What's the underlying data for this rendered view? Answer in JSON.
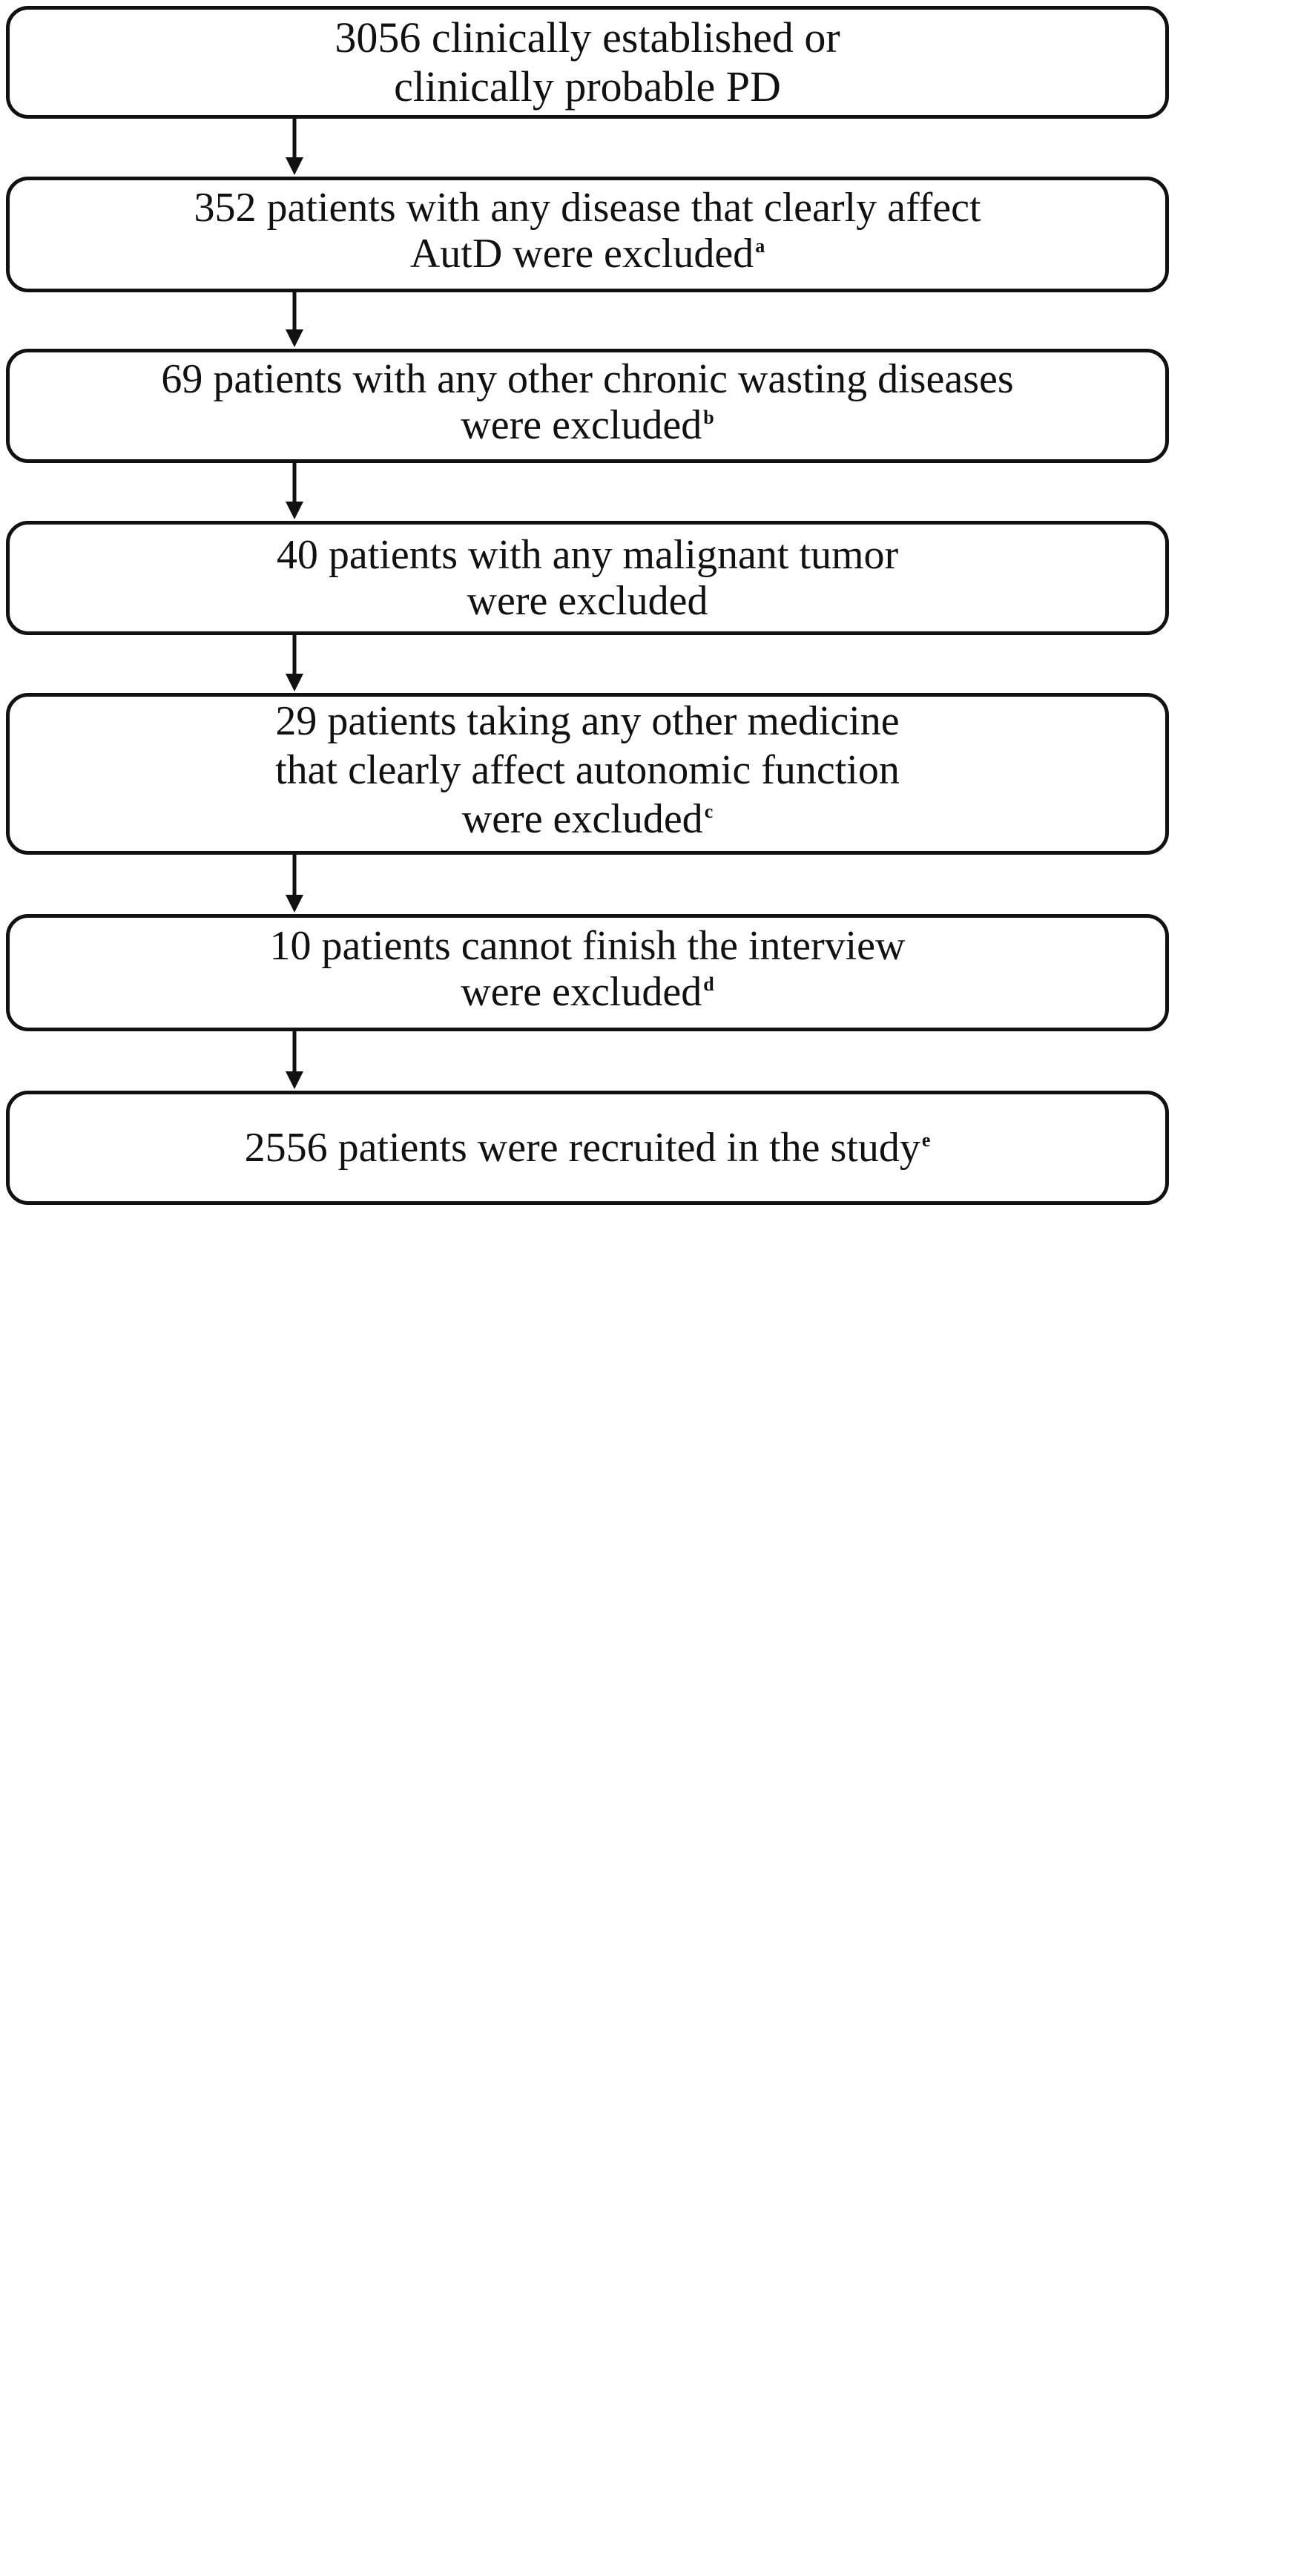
{
  "flowchart": {
    "steps": [
      {
        "lines": [
          {
            "text": "3056 clinically established or",
            "sup": ""
          },
          {
            "text": "clinically probable PD",
            "sup": ""
          }
        ]
      },
      {
        "lines": [
          {
            "text": "352 patients with any disease that clearly affect",
            "sup": ""
          },
          {
            "text": "AutD were excluded",
            "sup": "a"
          }
        ]
      },
      {
        "lines": [
          {
            "text": "69 patients with any other chronic wasting diseases",
            "sup": ""
          },
          {
            "text": "were excluded",
            "sup": "b"
          }
        ]
      },
      {
        "lines": [
          {
            "text": "40 patients with any malignant tumor",
            "sup": ""
          },
          {
            "text": "were excluded",
            "sup": ""
          }
        ]
      },
      {
        "lines": [
          {
            "text": "29 patients taking any other medicine",
            "sup": ""
          },
          {
            "text": "that clearly affect autonomic function",
            "sup": ""
          },
          {
            "text": "were excluded",
            "sup": "c"
          }
        ]
      },
      {
        "lines": [
          {
            "text": "10 patients cannot finish the interview",
            "sup": ""
          },
          {
            "text": "were excluded",
            "sup": "d"
          }
        ]
      },
      {
        "lines": [
          {
            "text": "2556 patients were recruited in the study",
            "sup": "e"
          }
        ]
      }
    ]
  }
}
